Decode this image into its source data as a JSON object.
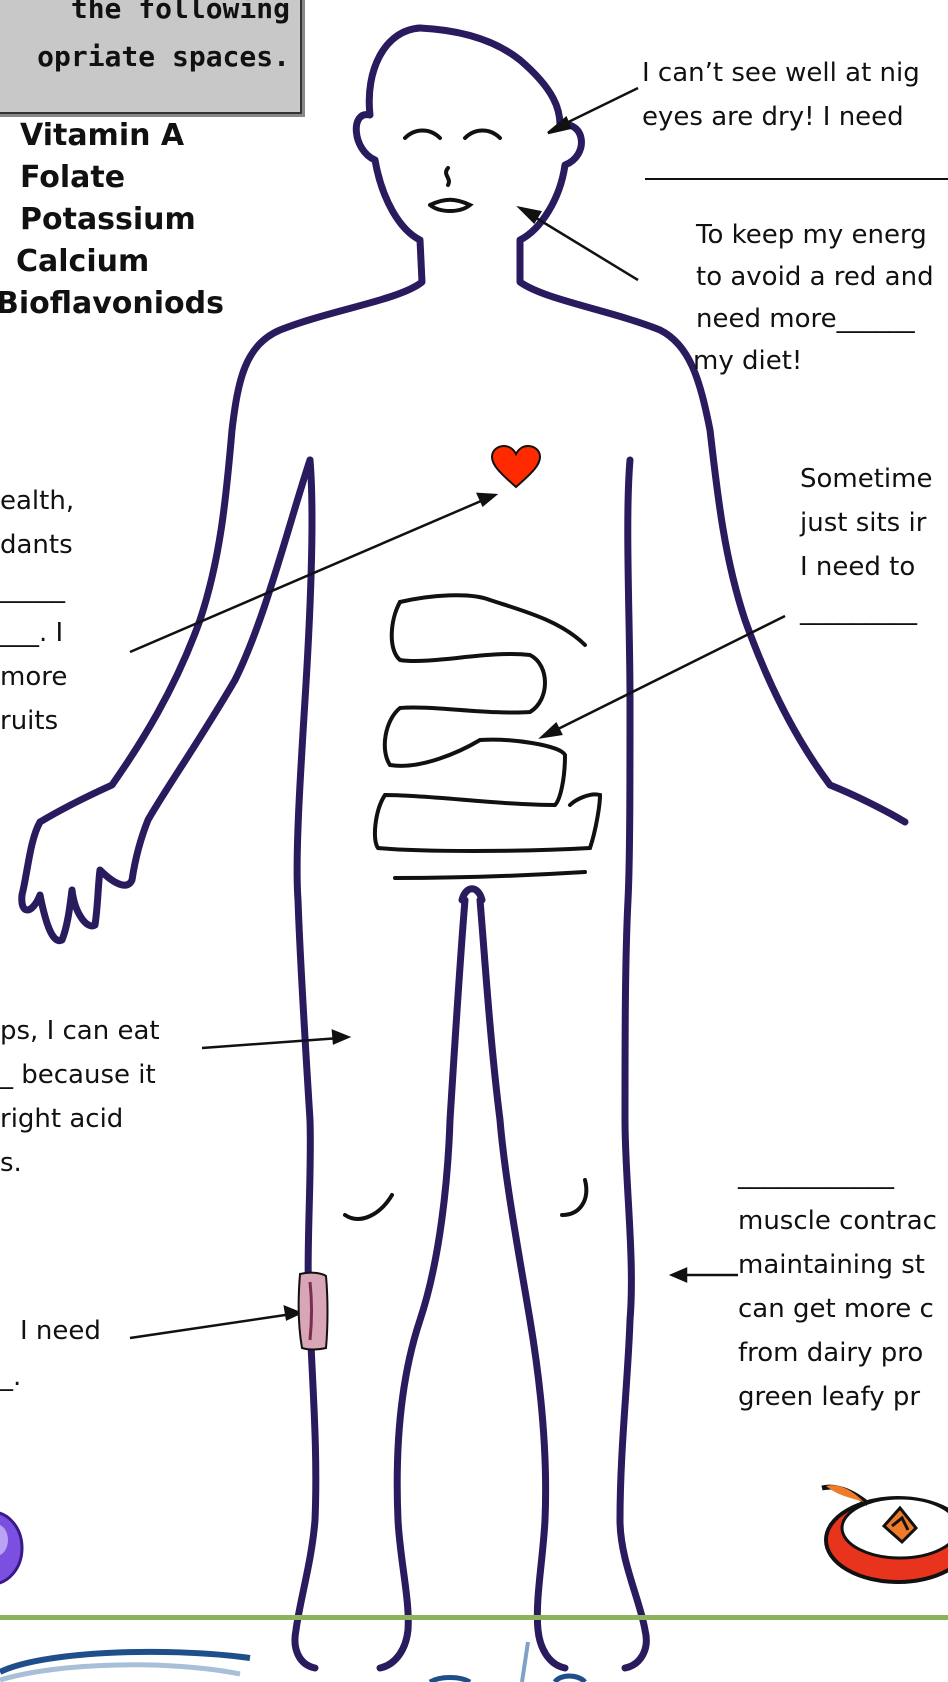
{
  "instructions": {
    "line1": "the following",
    "line2": "opriate spaces."
  },
  "vitamins": [
    "Vitamin A",
    "Folate",
    "Potassium",
    "Calcium",
    "Bioflavoniods"
  ],
  "eyes_note": {
    "line1": "I can’t see well at nig",
    "line2": "eyes are dry!  I need"
  },
  "mouth_note": {
    "line1": "To keep my energ",
    "line2": "to avoid a red and",
    "line3": "need more______",
    "line4": "my diet!"
  },
  "heart_note": {
    "line1": "ealth,",
    "line2": "dants",
    "line3": "_____",
    "line4": "___.  I",
    "line5": "more",
    "line6": "ruits"
  },
  "digestion_note": {
    "line1": "Sometime",
    "line2": "just sits ir",
    "line3": "I  need to",
    "line4": "_________"
  },
  "cramps_note": {
    "line1": "ps, I can eat",
    "line2": "_ because it",
    "line3": "right acid",
    "line4": "s."
  },
  "leg_note": {
    "line1": "I need",
    "line2": "_."
  },
  "calcium_note": {
    "line1": "____________",
    "line2": "muscle contrac",
    "line3": "maintaining st",
    "line4": "can get more c",
    "line5": "from dairy pro",
    "line6": "green leafy pr"
  },
  "colors": {
    "body_outline": "#2a1a5e",
    "heart": "#ff2a00",
    "footer_line": "#8db35a",
    "logo_blue": "#1f4f8a",
    "bruise": "#d8a6b6"
  },
  "icons": [
    "heart-icon",
    "apple-bowl-icon",
    "purple-circle-icon",
    "bruise-icon"
  ]
}
